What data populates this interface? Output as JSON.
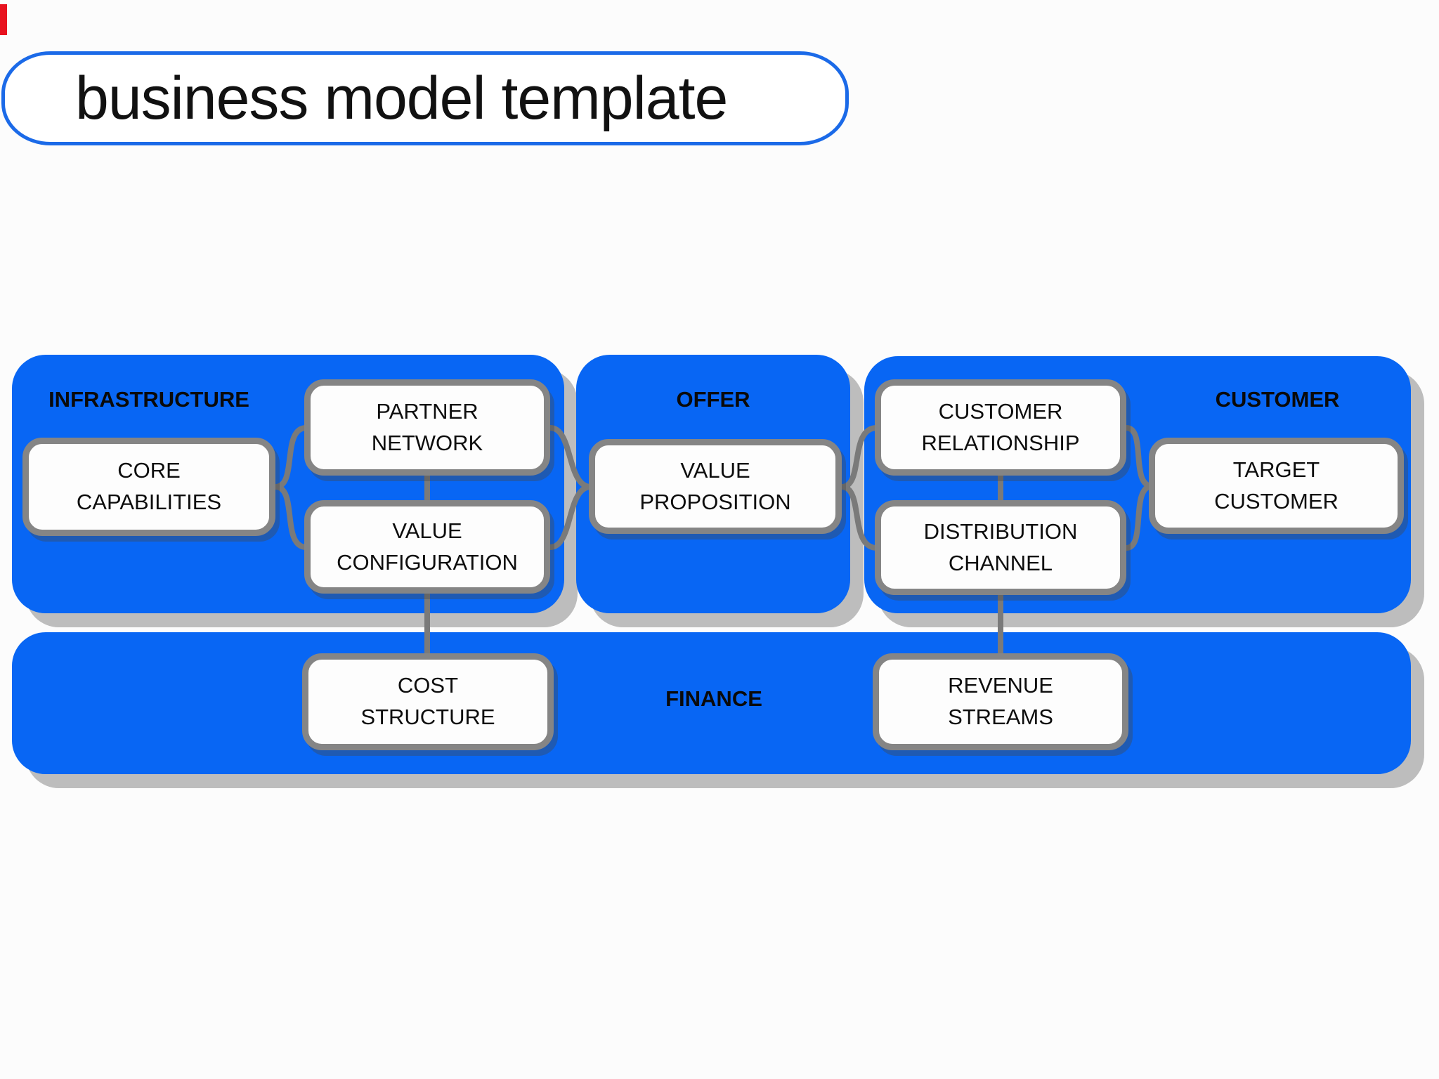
{
  "title": {
    "text": "business model template"
  },
  "sections": {
    "infrastructure": {
      "label": "INFRASTRUCTURE"
    },
    "offer": {
      "label": "OFFER"
    },
    "customer": {
      "label": "CUSTOMER"
    },
    "finance": {
      "label": "FINANCE"
    }
  },
  "boxes": {
    "core_capabilities": {
      "label": "CORE\nCAPABILITIES"
    },
    "partner_network": {
      "label": "PARTNER\nNETWORK"
    },
    "value_configuration": {
      "label": "VALUE\nCONFIGURATION"
    },
    "value_proposition": {
      "label": "VALUE\nPROPOSITION"
    },
    "customer_relationship": {
      "label": "CUSTOMER\nRELATIONSHIP"
    },
    "distribution_channel": {
      "label": "DISTRIBUTION\nCHANNEL"
    },
    "target_customer": {
      "label": "TARGET\nCUSTOMER"
    },
    "cost_structure": {
      "label": "COST\nSTRUCTURE"
    },
    "revenue_streams": {
      "label": "REVENUE\nSTREAMS"
    }
  },
  "colors": {
    "block-blue": "#0866F4",
    "box-border": "#858585",
    "box-fill": "#FDFDFD",
    "connector-gray": "#7A7A7A",
    "shadow-gray": "#BDBDBD",
    "title-border-blue": "#1B6AE8",
    "text-black": "#111111",
    "corner-red": "#E8131F",
    "background": "#FCFCFC"
  }
}
